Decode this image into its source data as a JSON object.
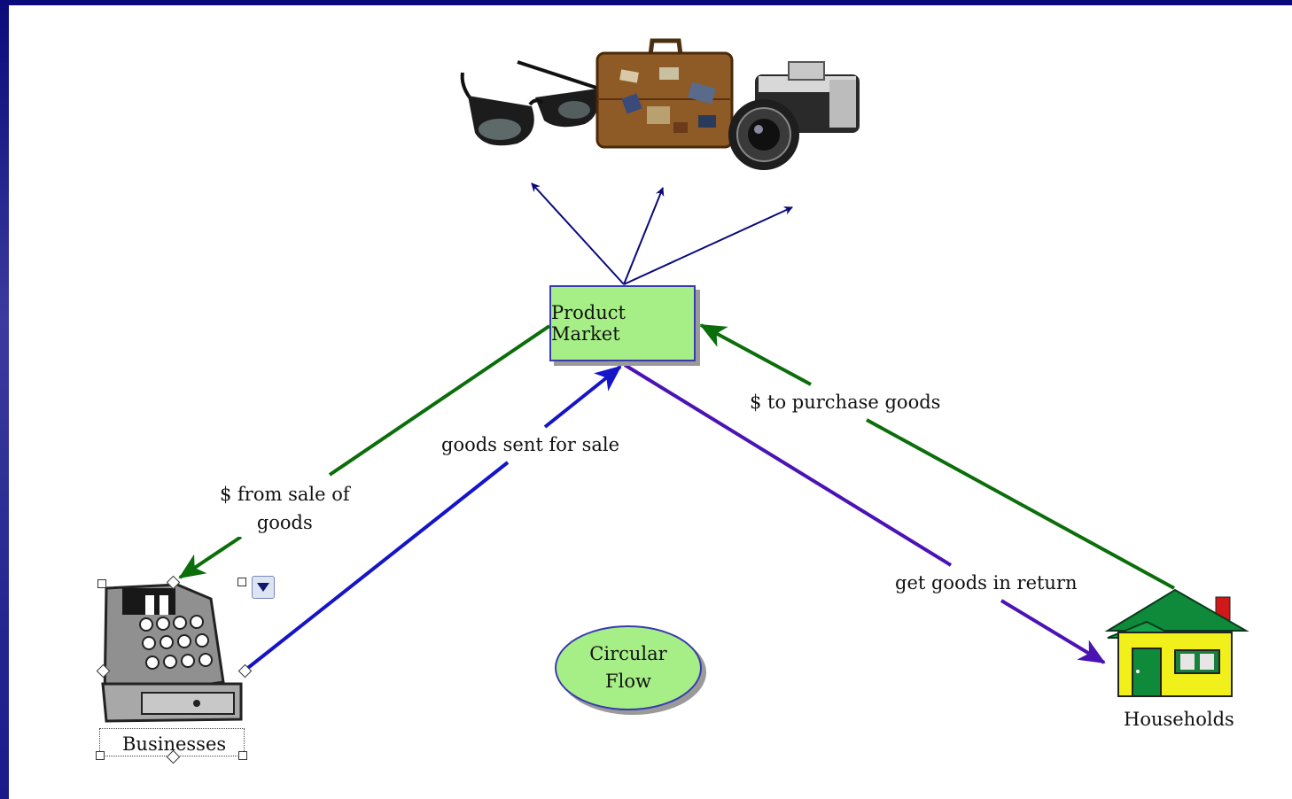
{
  "nodes": {
    "product_market": "Product Market",
    "circular_flow_line1": "Circular",
    "circular_flow_line2": "Flow",
    "businesses": "Businesses",
    "households": "Households"
  },
  "links": {
    "from_sale_line1": "$ from sale of",
    "from_sale_line2": "goods",
    "goods_sent": "goods sent for sale",
    "to_purchase": "$ to purchase goods",
    "get_goods": "get goods in return"
  },
  "icons": [
    "sunglasses-icon",
    "suitcase-icon",
    "camera-icon",
    "cash-register-icon",
    "house-icon",
    "dropdown-icon"
  ],
  "colors": {
    "money_flow": "#0b6e0b",
    "goods_to_market": "#1414c8",
    "goods_to_households": "#4a14b4",
    "product_arrows": "#0a0a7a",
    "node_fill": "#a6ef86",
    "node_border": "#3a3ab0"
  }
}
